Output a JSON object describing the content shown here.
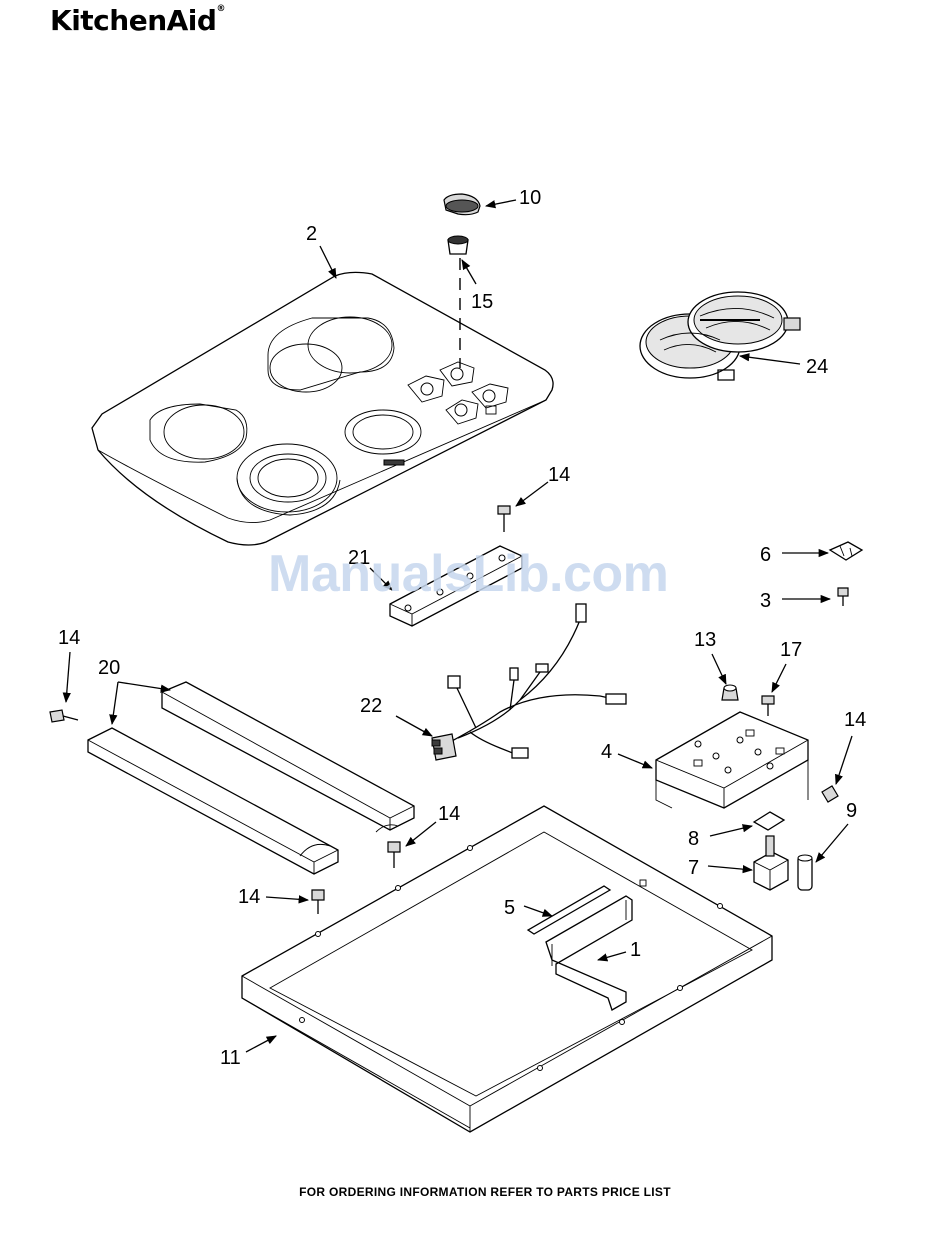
{
  "header": {
    "brand": "KitchenAid",
    "registered_mark": "®"
  },
  "footer": {
    "text": "FOR ORDERING INFORMATION REFER TO PARTS PRICE LIST"
  },
  "watermark": {
    "text": "ManualsLib.com",
    "color": "#c6d7ee"
  },
  "callouts": {
    "c2": "2",
    "c10": "10",
    "c15": "15",
    "c24": "24",
    "c14a": "14",
    "c21": "21",
    "c6": "6",
    "c3": "3",
    "c14b": "14",
    "c20": "20",
    "c22": "22",
    "c13": "13",
    "c17": "17",
    "c14c": "14",
    "c4": "4",
    "c9": "9",
    "c14d": "14",
    "c8": "8",
    "c7": "7",
    "c14e": "14",
    "c5": "5",
    "c1": "1",
    "c11": "11"
  }
}
